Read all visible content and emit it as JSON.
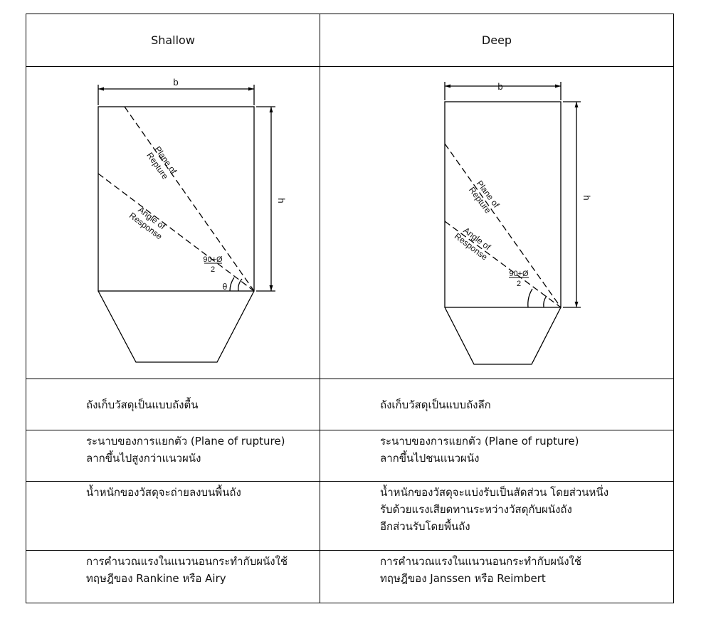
{
  "columns": {
    "left": "Shallow",
    "right": "Deep"
  },
  "diagram": {
    "width_label": "b",
    "height_label": "h",
    "plane_label_line1": "Plane of",
    "plane_label_line2": "Repture",
    "angle_label_line1": "Angle of",
    "angle_label_line2": "Response",
    "fraction_numerator": "90+Ø",
    "fraction_denominator": "2",
    "theta_label": "θ"
  },
  "rows": [
    {
      "left": [
        "ถังเก็บวัสดุเป็นแบบถังตื้น"
      ],
      "right": [
        "ถังเก็บวัสดุเป็นแบบถังลึก"
      ]
    },
    {
      "left": [
        "ระนาบของการแยกตัว (Plane of rupture)",
        "ลากขึ้นไปสูงกว่าแนวผนัง"
      ],
      "right": [
        "ระนาบของการแยกตัว (Plane of rupture)",
        "ลากขึ้นไปชนแนวผนัง"
      ]
    },
    {
      "left": [
        "น้ำหนักของวัสดุจะถ่ายลงบนพื้นถัง"
      ],
      "right": [
        "น้ำหนักของวัสดุจะแบ่งรับเป็นสัดส่วน โดยส่วนหนึ่ง",
        "รับด้วยแรงเสียดทานระหว่างวัสดุกับผนังถัง",
        "อีกส่วนรับโดยพื้นถัง"
      ]
    },
    {
      "left": [
        "การคำนวณแรงในแนวนอนกระทำกับผนังใช้",
        "ทฤษฎีของ Rankine หรือ Airy"
      ],
      "right": [
        "การคำนวณแรงในแนวนอนกระทำกับผนังใช้",
        "ทฤษฎีของ Janssen หรือ Reimbert"
      ]
    }
  ]
}
